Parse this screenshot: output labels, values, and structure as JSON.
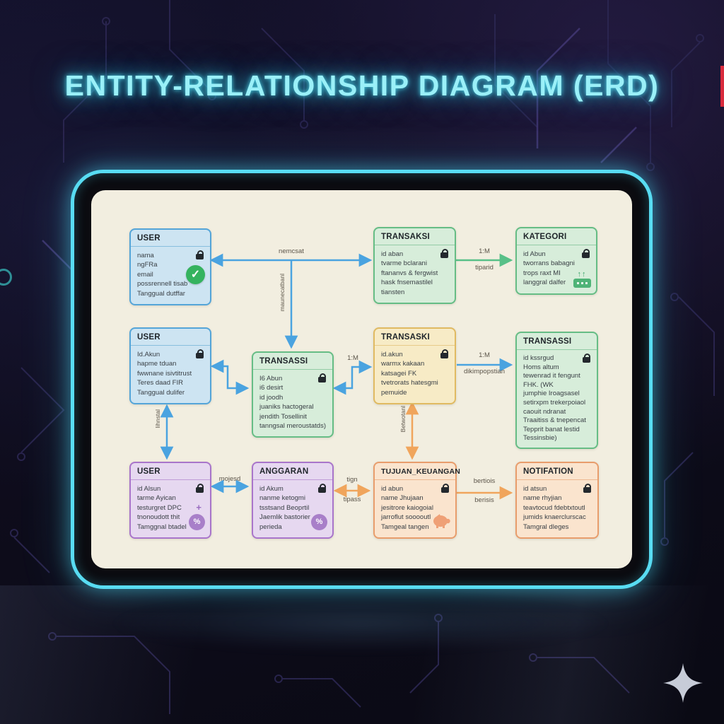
{
  "title": "ENTITY-RELATIONSHIP DIAGRAM (ERD)",
  "palette": {
    "background": "#0f0d1e",
    "title_glow": "#58dcf2",
    "screen": "#f2eee0",
    "entity_blue": "#cde4f2",
    "entity_green": "#d7edda",
    "entity_yellow": "#f7ebc6",
    "entity_purple": "#e6d8f0",
    "entity_orange": "#fae4ce",
    "arrow_blue": "#4aa3e0",
    "arrow_green": "#58c088",
    "arrow_orange": "#f0a55c",
    "red_edge_accent": "#d92b3d"
  },
  "icons": {
    "check": "✓",
    "percent": "%",
    "plus": "+",
    "up_arrows": "↑↑"
  },
  "entities": [
    {
      "title": "USER",
      "color": "blue",
      "fields": [
        "nama",
        "ngFRa",
        "email",
        "possrennell tisab",
        "Tanggual dutffar"
      ]
    },
    {
      "title": "TRANSAKSI",
      "color": "green",
      "fields": [
        "id aban",
        "tvarme bclarani",
        "ftananvs & fergwist",
        "hask fnsemastilel",
        "tiansten"
      ]
    },
    {
      "title": "KATEGORI",
      "color": "green",
      "fields": [
        "id Abun",
        "tworrans babagni",
        "trops raxt MI",
        "langgral dalfer"
      ]
    },
    {
      "title": "USER",
      "color": "blue",
      "fields": [
        "Id.Akun",
        "hapme tduan",
        "fwwnane isivtitrust",
        "Teres daad FIR",
        "Tanggual dulifer"
      ]
    },
    {
      "title": "TRANSASSI",
      "color": "green",
      "fields": [
        "I6 Abun",
        "i6 desirt",
        "id joodh",
        "juaniks hactogeral",
        "jendith Tosellinit",
        "tanngsal meroustatds)"
      ]
    },
    {
      "title": "TRANSASKI",
      "color": "yellow",
      "fields": [
        "id.akun",
        "warmx kakaan",
        "katsagei FK",
        "tvetrorats hatesgmi",
        "pemuide"
      ]
    },
    {
      "title": "TRANSASSI",
      "color": "green",
      "fields": [
        "id kssrgud",
        "Homs altum",
        "tewenrad it fengunt",
        "FHK. (WK",
        "jumphie Iroagsasel",
        "setirxpm trekerpoiaol",
        "caouit ndranat",
        "Traaitiss & tnepencat",
        "Tepprit banat lestid",
        "Tessinsbie)"
      ]
    },
    {
      "title": "USER",
      "color": "purple",
      "fields": [
        "id Alsun",
        "tarme Ayican",
        "testurgret DPC",
        "tnonoudott thit",
        "Tamggnal btadel"
      ]
    },
    {
      "title": "ANGGARAN",
      "color": "purple",
      "fields": [
        "id Akum",
        "nanme ketogmi",
        "tsstsand Beoprtil",
        "Jaemlik bastorier",
        "perieda"
      ]
    },
    {
      "title": "TUJUAN_KEUANGAN",
      "color": "orange",
      "fields": [
        "id abun",
        "name Jhujaan",
        "jesitrore kaiogoial",
        "jarroflut sooooutl",
        "Tamgeal tangen"
      ]
    },
    {
      "title": "NOTIFATION",
      "color": "orange",
      "fields": [
        "id atsun",
        "name rhyjian",
        "teavtocud fdebtxtoutl",
        "jumids knaerclurscac",
        "Tamgral dleges"
      ]
    }
  ],
  "connectors": [
    {
      "from": "USER (top)",
      "to": "TRANSAKSI",
      "type": "double-arrow",
      "color": "blue",
      "label": "nemcsat"
    },
    {
      "from": "USER/TRANSAKSI link",
      "to": "TRANSASSI (middle)",
      "type": "arrow",
      "color": "blue",
      "label": "maunecatbanl"
    },
    {
      "from": "TRANSAKSI",
      "to": "KATEGORI",
      "type": "arrow",
      "color": "green",
      "label": "1:M",
      "sublabel": "tiparid"
    },
    {
      "from": "USER (middle)",
      "to": "TRANSASSI (middle)",
      "type": "double-arrow-step",
      "color": "blue",
      "label": ""
    },
    {
      "from": "TRANSASSI (middle)",
      "to": "TRANSASKI",
      "type": "double-arrow-step",
      "color": "blue",
      "label": "1:M"
    },
    {
      "from": "TRANSASKI",
      "to": "TRANSASSI (right)",
      "type": "arrow",
      "color": "blue",
      "label": "1:M",
      "sublabel": "dikimpopstian"
    },
    {
      "from": "USER (middle)",
      "to": "USER (bottom)",
      "type": "double-arrow",
      "color": "blue",
      "label": "lihnstal"
    },
    {
      "from": "TRANSASKI",
      "to": "TUJUAN_KEUANGAN",
      "type": "double-arrow",
      "color": "orange",
      "label": "Betwotanl"
    },
    {
      "from": "USER (bottom)",
      "to": "ANGGARAN",
      "type": "double-arrow",
      "color": "blue",
      "label": "mojesd"
    },
    {
      "from": "ANGGARAN",
      "to": "TUJUAN_KEUANGAN",
      "type": "double-arrow",
      "color": "orange",
      "label": "tign",
      "sublabel": "tipass"
    },
    {
      "from": "TUJUAN_KEUANGAN",
      "to": "NOTIFATION",
      "type": "arrow",
      "color": "orange",
      "label": "bertiois",
      "sublabel": "berisis"
    }
  ]
}
